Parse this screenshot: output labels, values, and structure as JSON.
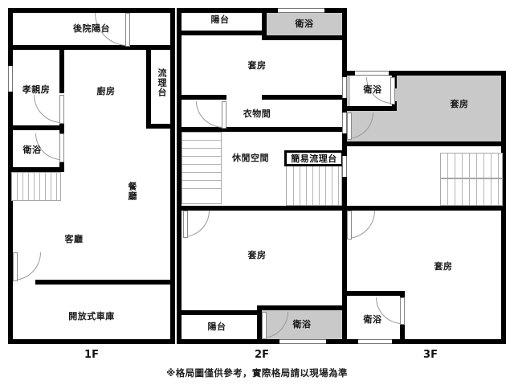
{
  "document": {
    "type": "floor-plan",
    "disclaimer": "※格局圖僅供參考，實際格局請以現場為準",
    "colors": {
      "wall": "#000000",
      "room_fill": "#ffffff",
      "highlight_fill": "#c9c9c9",
      "text": "#1a1a1a",
      "background": "#ffffff"
    }
  },
  "floors": [
    {
      "id": "floor-1",
      "caption": "1F",
      "rooms": [
        {
          "key": "rear_balcony",
          "label": "後院陽台",
          "orientation": "horizontal"
        },
        {
          "key": "parents_room",
          "label": "孝親房",
          "orientation": "horizontal"
        },
        {
          "key": "kitchen",
          "label": "廚房",
          "orientation": "horizontal"
        },
        {
          "key": "counter",
          "label": "流理台",
          "orientation": "vertical"
        },
        {
          "key": "bathroom",
          "label": "衛浴",
          "orientation": "horizontal"
        },
        {
          "key": "dining",
          "label": "餐廳",
          "orientation": "vertical"
        },
        {
          "key": "living",
          "label": "客廳",
          "orientation": "horizontal"
        },
        {
          "key": "garage",
          "label": "開放式車庫",
          "orientation": "horizontal"
        }
      ]
    },
    {
      "id": "floor-2",
      "caption": "2F",
      "rooms": [
        {
          "key": "balcony_top",
          "label": "陽台",
          "orientation": "horizontal"
        },
        {
          "key": "bathroom_top",
          "label": "衛浴",
          "orientation": "horizontal"
        },
        {
          "key": "suite_top",
          "label": "套房",
          "orientation": "horizontal"
        },
        {
          "key": "wardrobe",
          "label": "衣物間",
          "orientation": "horizontal"
        },
        {
          "key": "leisure",
          "label": "休閒空間",
          "orientation": "horizontal"
        },
        {
          "key": "simple_counter",
          "label": "簡易流理台",
          "orientation": "horizontal"
        },
        {
          "key": "suite_bottom",
          "label": "套房",
          "orientation": "horizontal"
        },
        {
          "key": "balcony_bottom",
          "label": "陽台",
          "orientation": "horizontal"
        },
        {
          "key": "bathroom_bottom",
          "label": "衛浴",
          "orientation": "horizontal"
        }
      ]
    },
    {
      "id": "floor-3",
      "caption": "3F",
      "rooms": [
        {
          "key": "bathroom_top",
          "label": "衛浴",
          "orientation": "horizontal"
        },
        {
          "key": "suite_top",
          "label": "套房",
          "orientation": "horizontal"
        },
        {
          "key": "suite_bottom",
          "label": "套房",
          "orientation": "horizontal"
        },
        {
          "key": "bathroom_bottom",
          "label": "衛浴",
          "orientation": "horizontal"
        }
      ]
    }
  ]
}
